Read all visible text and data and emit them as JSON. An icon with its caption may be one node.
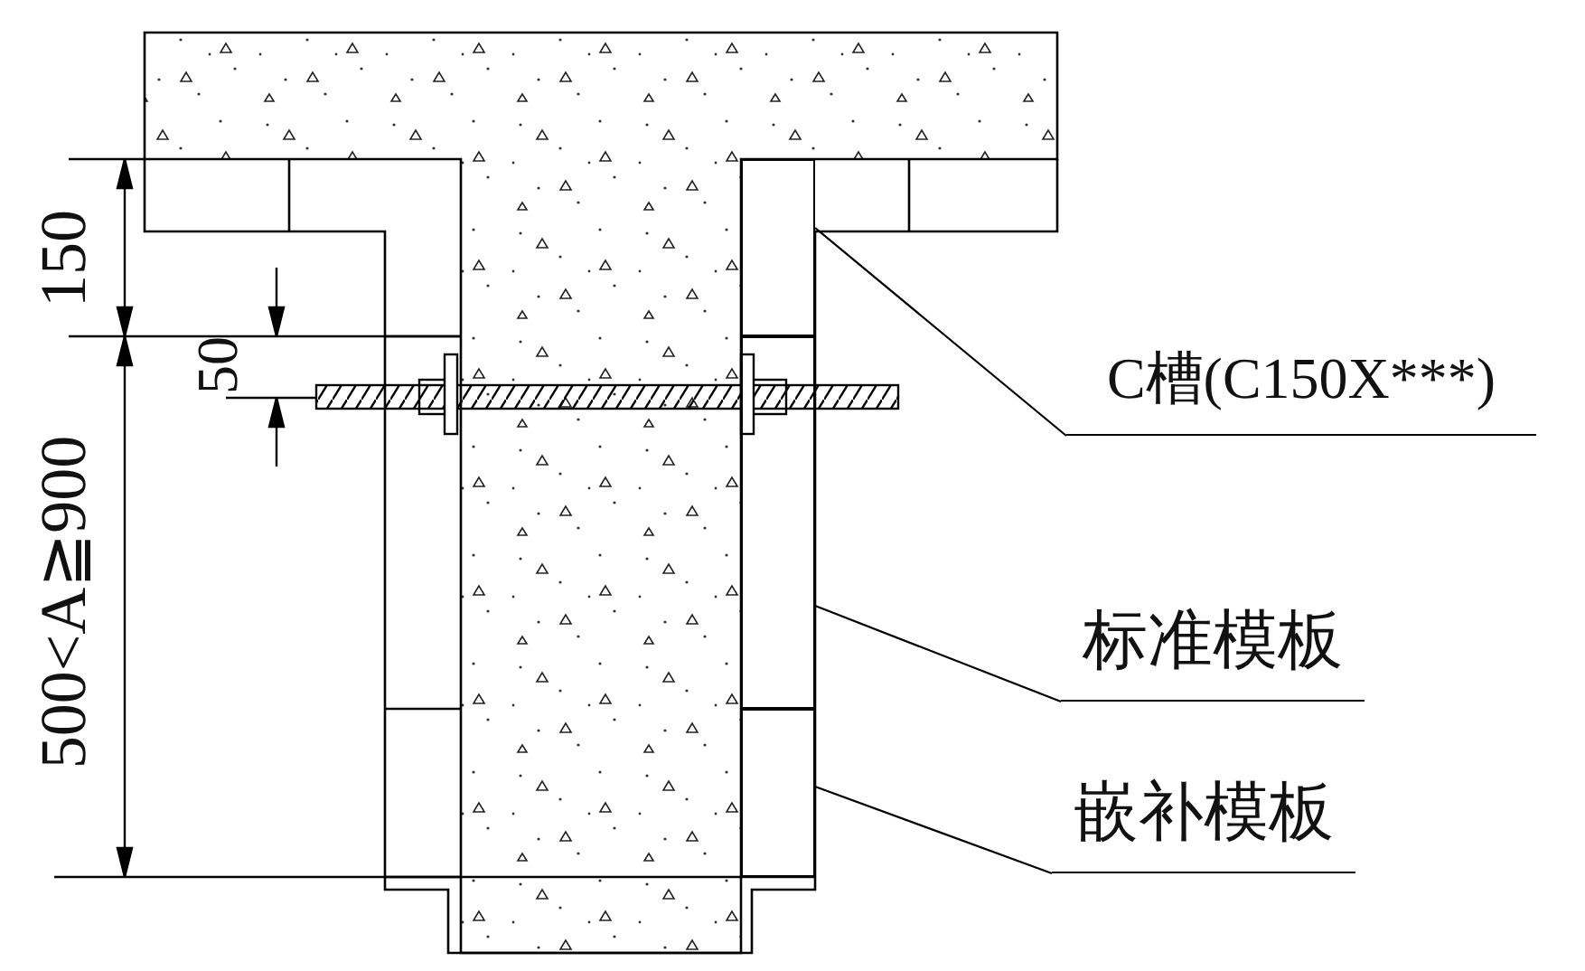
{
  "diagram": {
    "nodes": [
      {
        "text": [
          "C槽(C150X***)"
        ]
      },
      {
        "text": [],
        "shape": "box"
      },
      {
        "text": [
          "标准模板"
        ]
      },
      {
        "text": [],
        "shape": "box"
      },
      {
        "text": [
          "嵌补模板"
        ]
      },
      {
        "text": [],
        "shape": "box"
      }
    ],
    "edges": [
      {
        "from": 0,
        "to": 1,
        "arrow": "none"
      },
      {
        "from": 2,
        "to": 3,
        "arrow": "none"
      },
      {
        "from": 4,
        "to": 5,
        "arrow": "none"
      }
    ],
    "labels": [
      "150",
      "50",
      "500<A≧900"
    ]
  }
}
